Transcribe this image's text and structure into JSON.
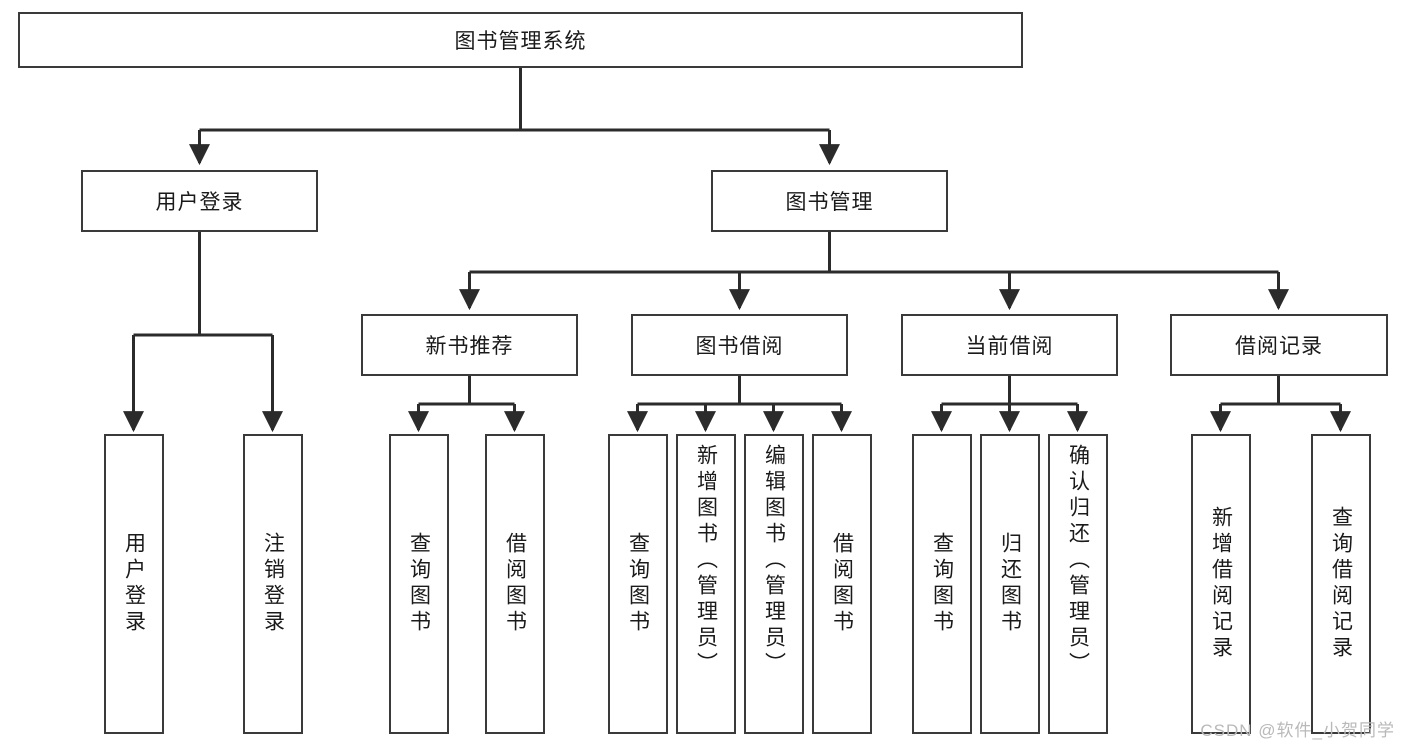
{
  "diagram": {
    "title": "图书管理系统",
    "root": {
      "label": "图书管理系统"
    },
    "level1": [
      {
        "label": "用户登录"
      },
      {
        "label": "图书管理"
      }
    ],
    "level2": [
      {
        "label": "新书推荐"
      },
      {
        "label": "图书借阅"
      },
      {
        "label": "当前借阅"
      },
      {
        "label": "借阅记录"
      }
    ],
    "leaves": {
      "user_login": [
        {
          "label": "用户登录"
        },
        {
          "label": "注销登录"
        }
      ],
      "new_book_recommend": [
        {
          "label": "查询图书"
        },
        {
          "label": "借阅图书"
        }
      ],
      "book_borrow": [
        {
          "label": "查询图书"
        },
        {
          "label": "新增图书（管理员）"
        },
        {
          "label": "编辑图书（管理员）"
        },
        {
          "label": "借阅图书"
        }
      ],
      "current_borrow": [
        {
          "label": "查询图书"
        },
        {
          "label": "归还图书"
        },
        {
          "label": "确认归还（管理员）"
        }
      ],
      "borrow_record": [
        {
          "label": "新增借阅记录"
        },
        {
          "label": "查询借阅记录"
        }
      ]
    }
  },
  "watermark": {
    "text": "CSDN @软件_小贺同学"
  },
  "colors": {
    "background": "#ffffff",
    "box_border": "#3a3a3a",
    "box_fill": "#ffffff",
    "connector": "#2b2b2b",
    "text": "#1a1a1a",
    "watermark": "#b9b9b9"
  }
}
